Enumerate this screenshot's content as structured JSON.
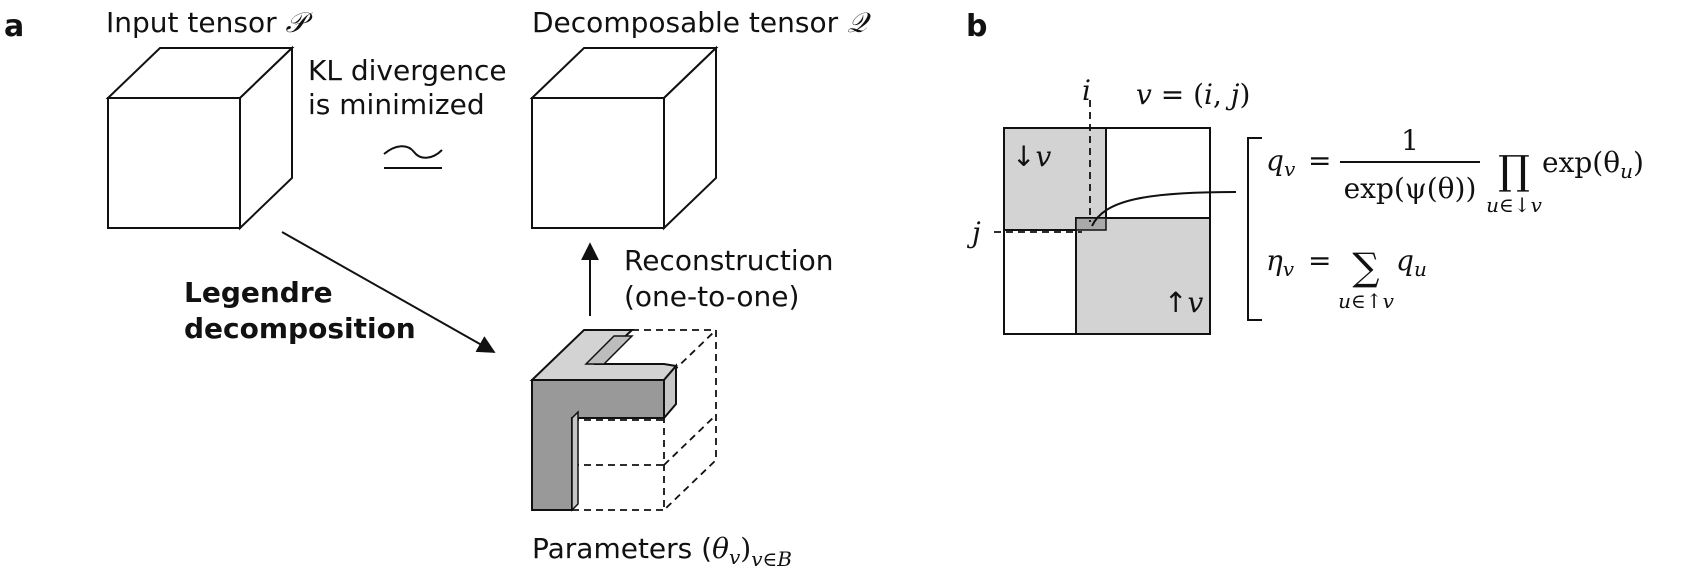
{
  "panel_a": {
    "label": "a",
    "input_tensor": {
      "text": "Input tensor ",
      "symbol": "𝒫"
    },
    "decomposable_tensor": {
      "text": "Decomposable tensor ",
      "symbol": "𝒬"
    },
    "kl_line1": "KL divergence",
    "kl_line2": "is minimized",
    "approx_symbol": "≃",
    "legendre_line1": "Legendre",
    "legendre_line2": "decomposition",
    "reconstruction_line1": "Reconstruction",
    "reconstruction_line2": "(one-to-one)",
    "parameters": {
      "text": "Parameters (",
      "theta": "θ",
      "theta_sub": "v",
      "close": ")",
      "sub": "v∈B"
    }
  },
  "panel_b": {
    "label": "b",
    "i_label": "i",
    "j_label": "j",
    "v_def": {
      "v": "v",
      "eq": " = (",
      "i": "i",
      "comma": ", ",
      "j": "j",
      "close": ")"
    },
    "down_v": {
      "arrow": "↓",
      "v": "v"
    },
    "up_v": {
      "arrow": "↑",
      "v": "v"
    },
    "q_formula": {
      "lhs": "q",
      "lhs_sub": "v",
      "eq": "=",
      "numerator": "1",
      "denominator": "exp(ψ(θ))",
      "product": "∏",
      "product_sub": "u∈↓v",
      "term": "exp(θ",
      "term_sub": "u",
      "term_close": ")"
    },
    "eta_formula": {
      "lhs": "η",
      "lhs_sub": "v",
      "eq": "=",
      "sum": "∑",
      "sum_sub": "u∈↑v",
      "term": "q",
      "term_sub": "u"
    }
  },
  "colors": {
    "ink": "#111111",
    "light_gray": "#d3d3d3",
    "mid_gray": "#a9a9a9",
    "dark_gray": "#999999"
  }
}
